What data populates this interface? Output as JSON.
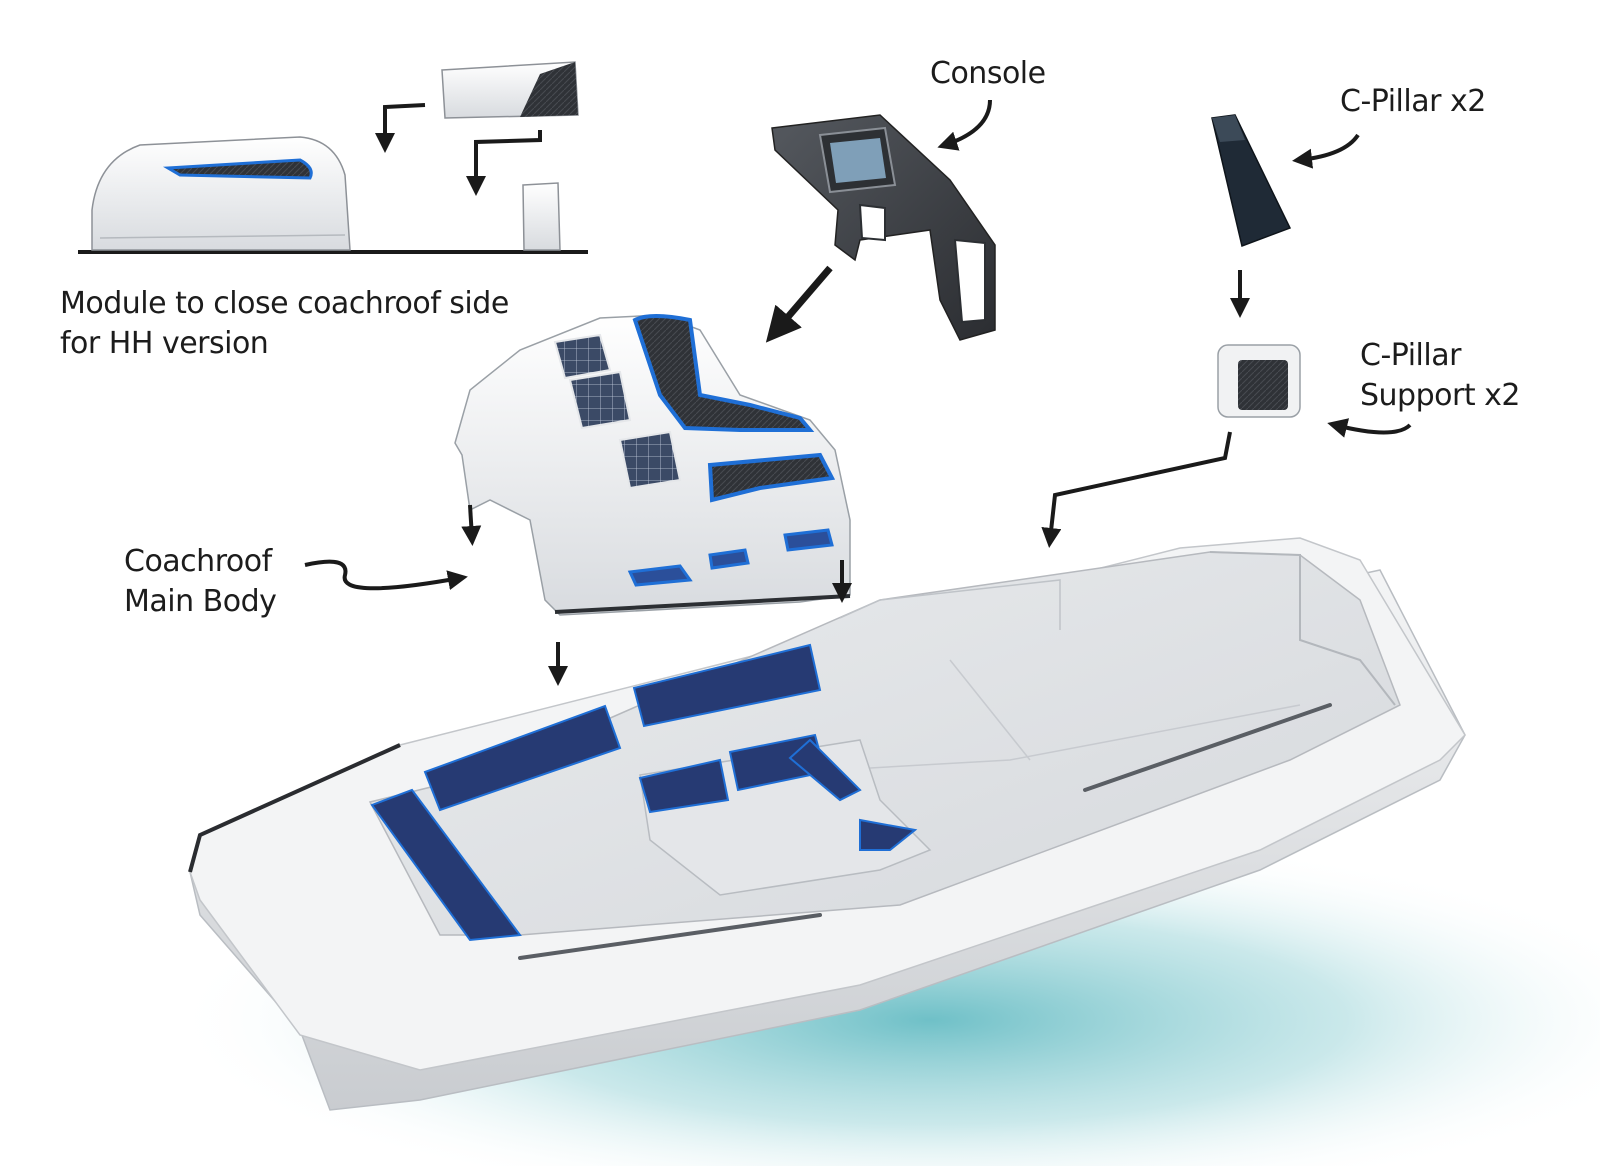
{
  "labels": {
    "module": [
      "Module to close coachroof side",
      "for HH version"
    ],
    "console": "Console",
    "c_pillar": "C-Pillar x2",
    "c_pillar_support": [
      "C-Pillar",
      "Support x2"
    ],
    "coachroof": [
      "Coachroof",
      "Main Body"
    ]
  },
  "colors": {
    "accent_blue": "#1f6fd6",
    "navy_cushion": "#263a73",
    "hull_white": "#f1f2f3",
    "carbon": "#3a3d42",
    "water": "#7fc8cf"
  }
}
